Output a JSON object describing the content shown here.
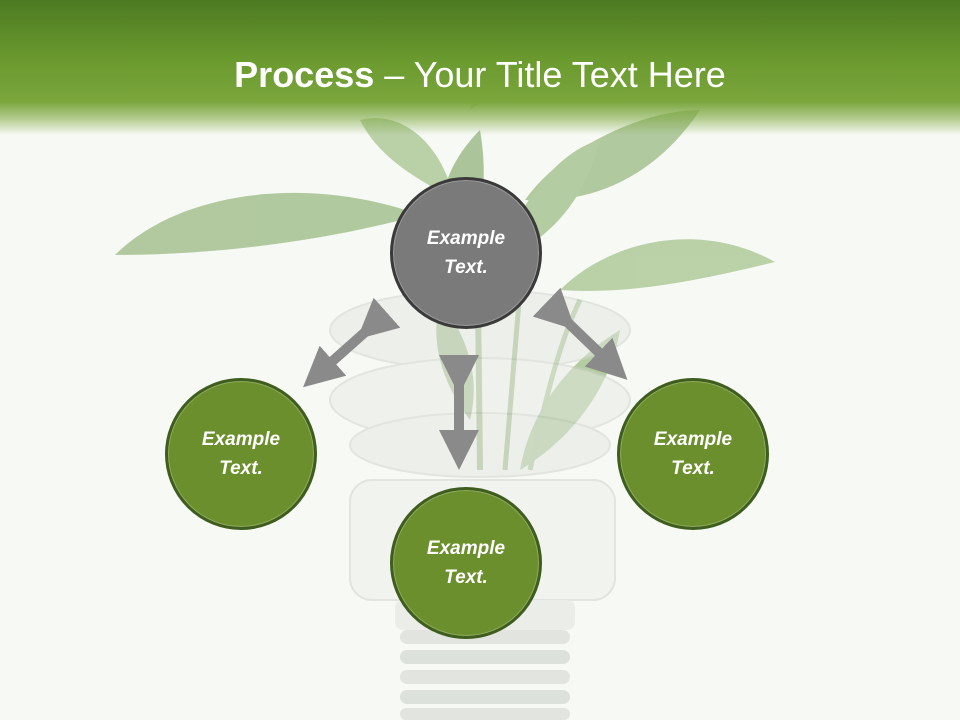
{
  "title": {
    "bold": "Process",
    "rest": " – Your Title Text Here"
  },
  "nodes": {
    "top": "Example\nText.",
    "left": "Example\nText.",
    "right": "Example\nText.",
    "bottom": "Example\nText."
  },
  "colors": {
    "header": "#6b9a2f",
    "node_fill": "#6b8f2c",
    "node_border": "#3f5d1e",
    "center_fill": "#7a7a7a",
    "arrow": "#8a8a8a"
  }
}
